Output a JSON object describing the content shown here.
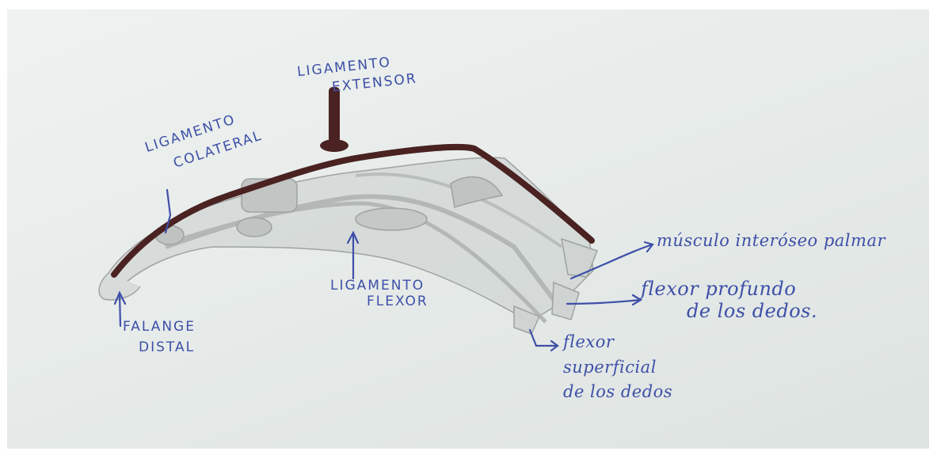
{
  "labels": {
    "ligamento_extensor": [
      "LIGAMENTO",
      "EXTENSOR"
    ],
    "ligamento_colateral": [
      "LIGAMENTO",
      "COLATERAL"
    ],
    "ligamento_flexor": [
      "LIGAMENTO",
      "FLEXOR"
    ],
    "falange_distal": [
      "FALANGE",
      "DISTAL"
    ],
    "musculo_interoseo": "músculo interóseo palmar",
    "flexor_profundo": [
      "flexor profundo",
      "de los dedos."
    ],
    "flexor_superficial": [
      "flexor",
      "superficial",
      "de los dedos"
    ]
  },
  "colors": {
    "ink": "#3e4fa8",
    "pencil": "#a7abaa",
    "marker": "#4a2222",
    "paper": "#e9eeec"
  }
}
